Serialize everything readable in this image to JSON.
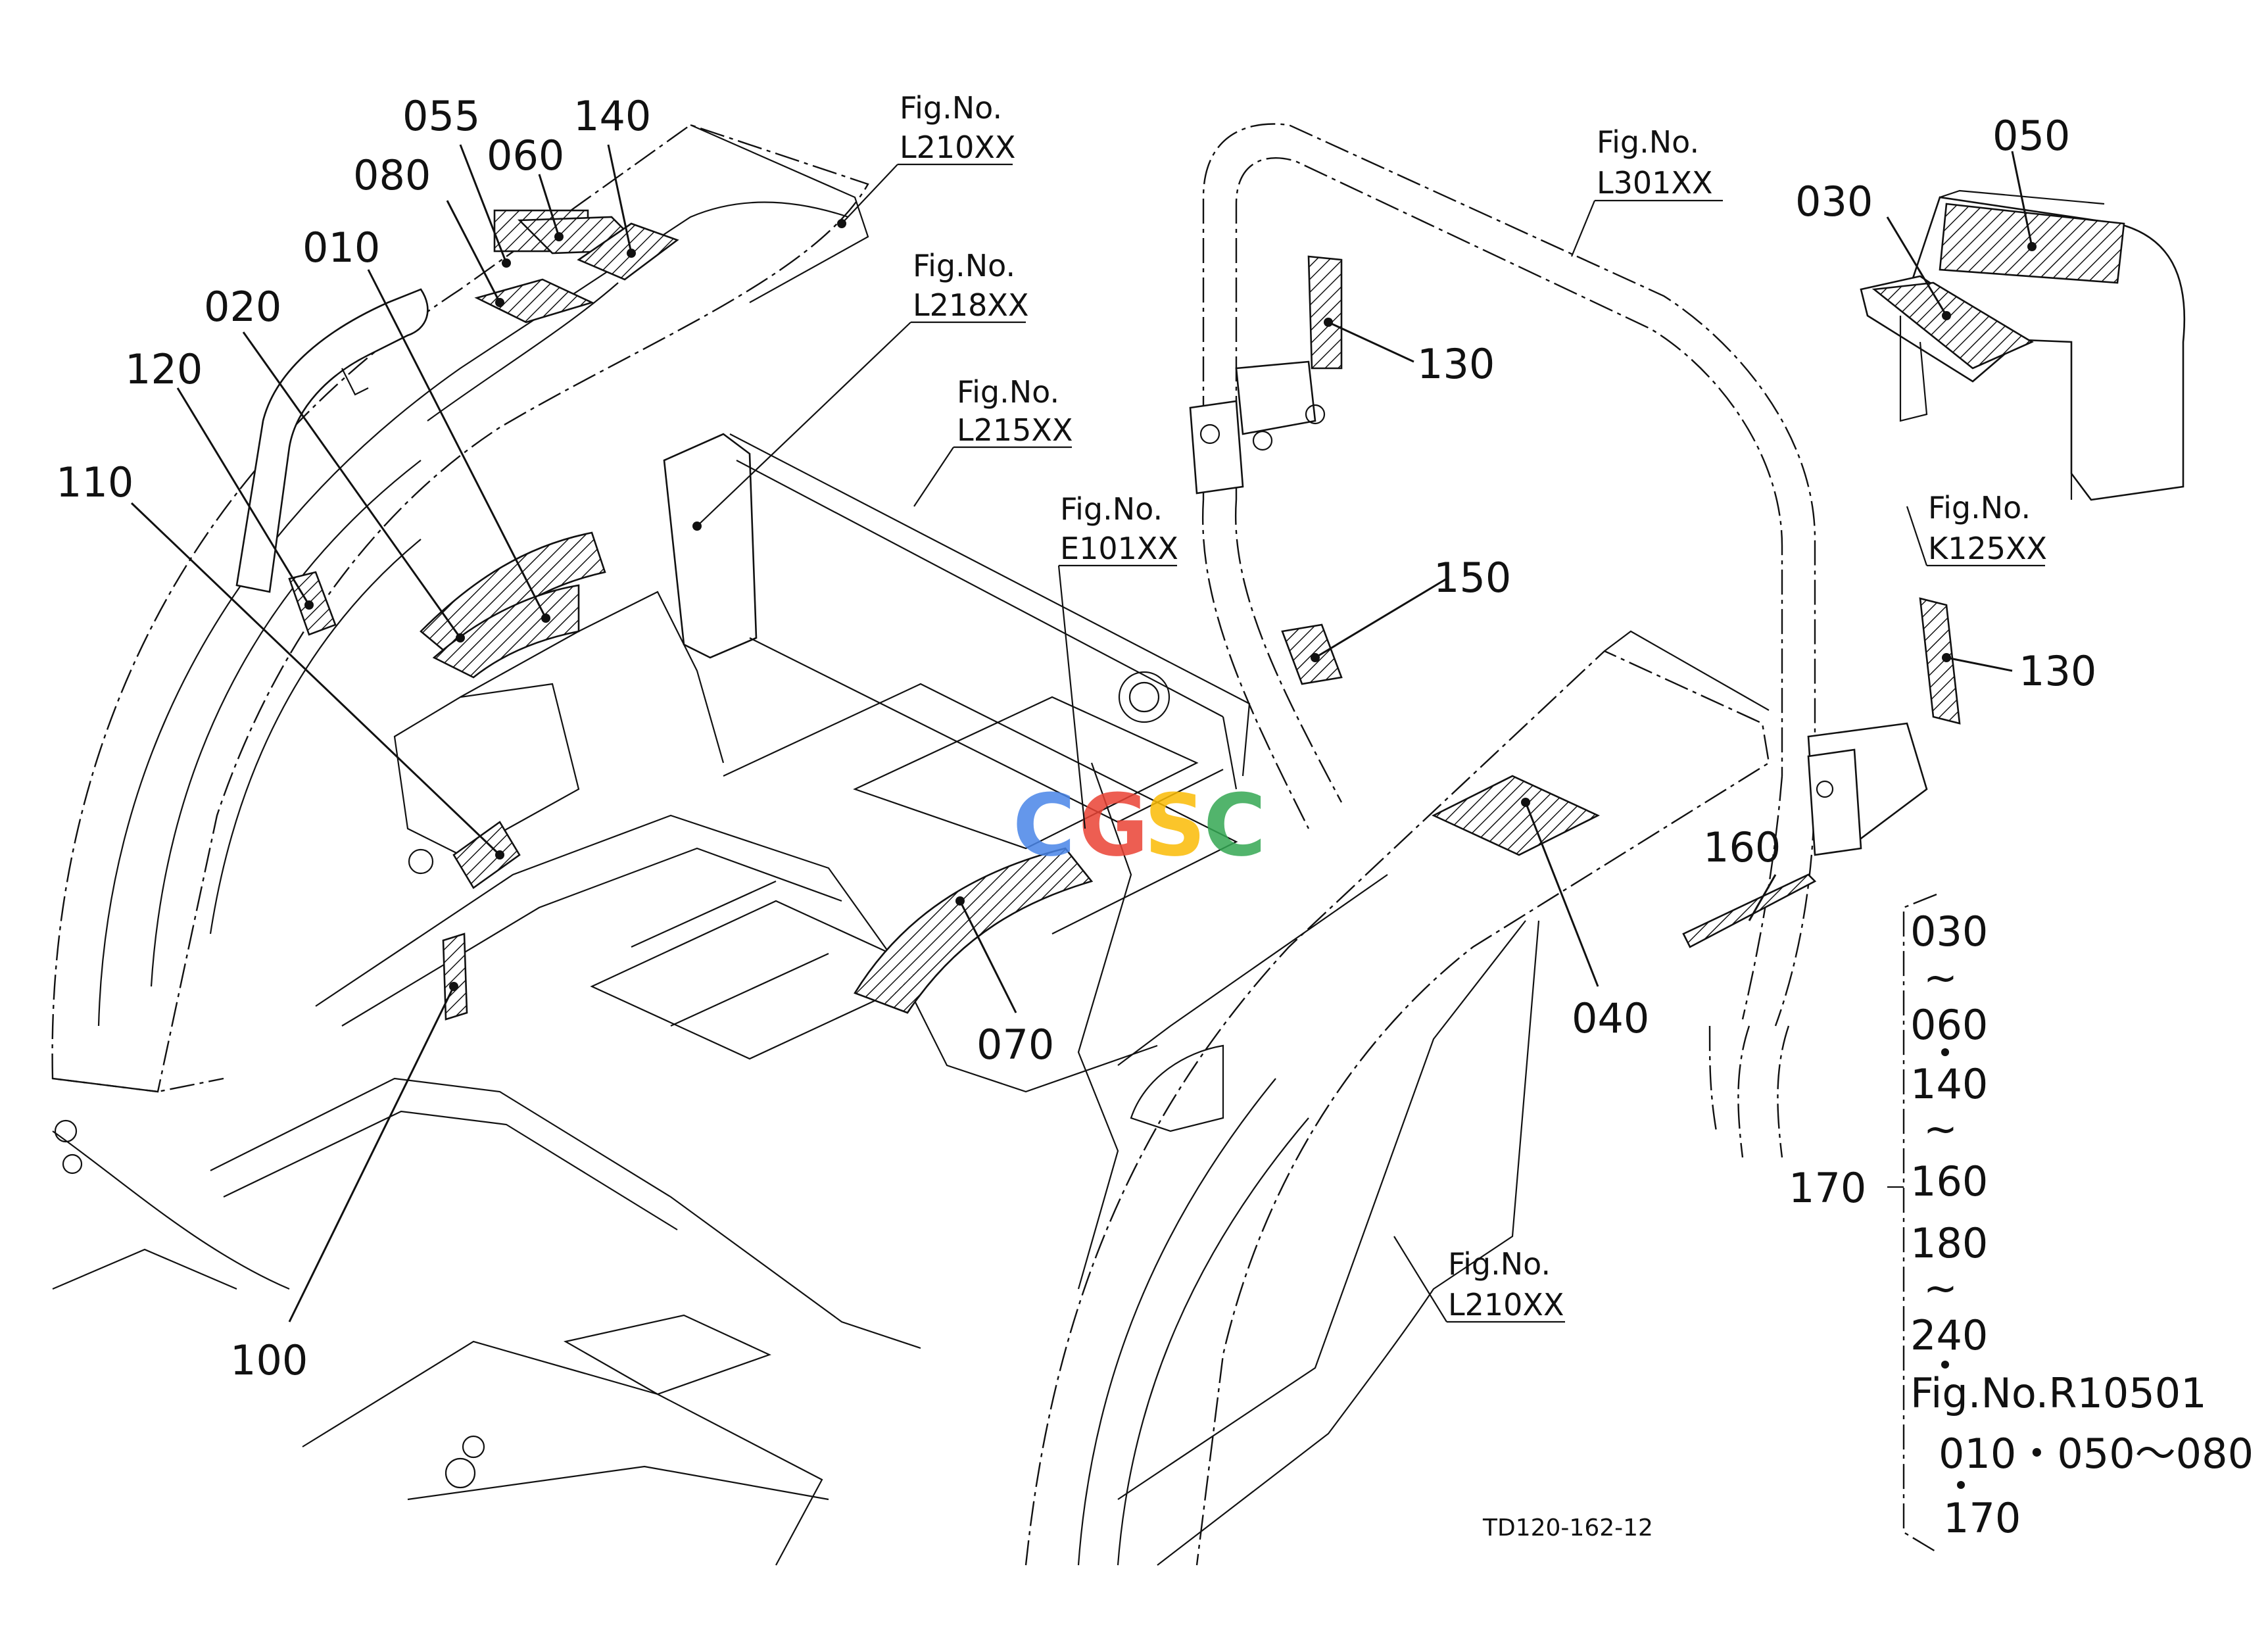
{
  "diagram_code": "TD120-162-12",
  "watermark": {
    "text": "CGSC",
    "letters": [
      "C",
      "G",
      "S",
      "C"
    ],
    "colors": [
      "#4a86e8",
      "#ea4335",
      "#fbbc05",
      "#34a853"
    ]
  },
  "callouts": {
    "p010": "010",
    "p020": "020",
    "p030": "030",
    "p040": "040",
    "p050": "050",
    "p055": "055",
    "p060": "060",
    "p070": "070",
    "p080": "080",
    "p100": "100",
    "p110": "110",
    "p120": "120",
    "p130a": "130",
    "p130b": "130",
    "p140": "140",
    "p150": "150",
    "p160": "160",
    "p170": "170"
  },
  "figure_refs": {
    "ref1": {
      "prefix": "Fig.No.",
      "code": "L210XX"
    },
    "ref2": {
      "prefix": "Fig.No.",
      "code": "L218XX"
    },
    "ref3": {
      "prefix": "Fig.No.",
      "code": "L215XX"
    },
    "ref4": {
      "prefix": "Fig.No.",
      "code": "E101XX"
    },
    "ref5": {
      "prefix": "Fig.No.",
      "code": "L301XX"
    },
    "ref6": {
      "prefix": "Fig.No.",
      "code": "K125XX"
    },
    "ref7": {
      "prefix": "Fig.No.",
      "code": "L210XX"
    }
  },
  "set_list": {
    "items": [
      "030",
      "~",
      "060",
      "140",
      "~",
      "160",
      "180",
      "~",
      "240"
    ],
    "fig_ref": "Fig.No.R10501",
    "sub_line": "010・050～080",
    "sub_item": "170"
  }
}
